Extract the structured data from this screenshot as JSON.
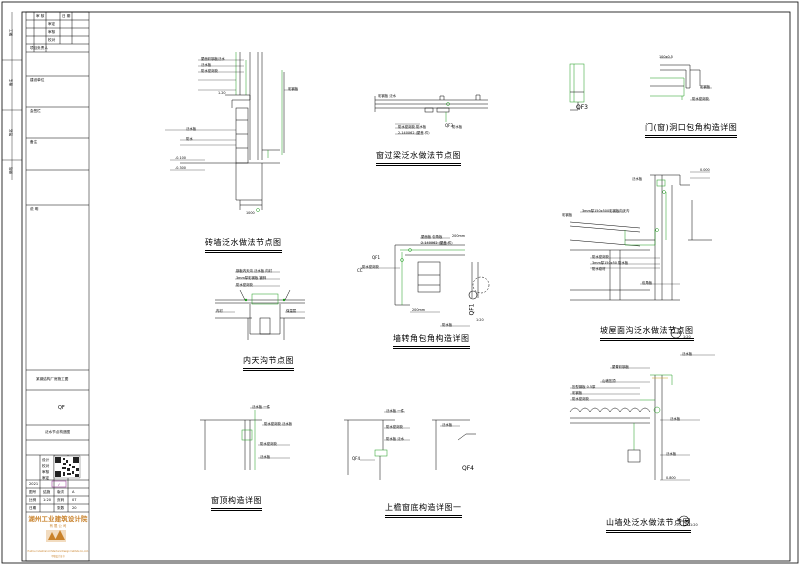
{
  "drawing_titles": [
    "砖墙泛水做法节点图",
    "窗过梁泛水做法节点图",
    "门(窗)洞口包角构造详图",
    "内天沟节点图",
    "墙转角包角构造详图",
    "坡屋面沟泛水做法节点图",
    "窗顶构造详图",
    "上檐窗底构造详图一",
    "山墙处泛水做法节点图"
  ],
  "detail_tags": {
    "qf3": "QF3",
    "qf1": "QF1",
    "qf4": "QF4",
    "qf3_inline": "QF3",
    "qf1_inline": "QF1",
    "qf4_inline": "QF4",
    "cc_inline": "CC"
  },
  "callout_notes": {
    "brick_wall": [
      "屋面彩钢板泛水",
      "泛水板",
      "防水密封胶",
      "1.20",
      "泛水板",
      "防水",
      "-0.100",
      "-0.300",
      "1000",
      "彩钢板"
    ],
    "window_lintel": [
      "彩钢板 泛水",
      "2-140X62 (屋盖-件)",
      "防水密封胶 防水板",
      "防水板",
      "QF3"
    ],
    "door_corner": [
      "100x0.5",
      "彩钢板",
      "防水密封胶",
      "QF3"
    ],
    "gutter_inner": [
      "钢板内天沟 泛水板 内衬",
      "3mm厚彩钢板 镀锌",
      "防水密封胶",
      "内衬",
      "保温层"
    ],
    "corner_wrap": [
      "屋面板 包角板",
      "2-140X62 (屋盖-件)",
      "200mm",
      "防水密封胶",
      "QF1",
      "200mm",
      "防水板"
    ],
    "slope_gutter": [
      "泛水板",
      "3mm厚150x500彩钢板内天沟",
      "彩钢板",
      "防水密封胶",
      "3mm厚150x50 防水板",
      "防水卷材",
      "包角板",
      "0.000"
    ],
    "window_top": [
      "泛水板 一件",
      "防水密封胶 泛水板",
      "防水密封胶",
      "泛水板"
    ],
    "upper_window": [
      "泛水板 一件",
      "防水密封胶",
      "QF4",
      "防水板 泛水",
      "泛水板"
    ],
    "gable_wall": [
      "屋脊彩钢板",
      "泛水板",
      "山墙压顶",
      "泛水板",
      "防水",
      "压型钢板 0.5厚",
      "彩钢板",
      "防水密封胶",
      "泛水板",
      "泛水板",
      "0.800"
    ]
  },
  "scale_marks": {
    "s1": "1:20",
    "s2": "1:20",
    "s3": "1:20"
  },
  "title_block": {
    "top_labels": [
      "审 核",
      "日 期",
      "审定",
      "审核",
      "校对",
      "设计",
      "项目负责人"
    ],
    "side_labels": [
      "施工",
      "备注",
      "签名",
      "修改",
      "日期"
    ],
    "section_labels": [
      "建设单位",
      "会签栏",
      "备注",
      "说 明"
    ],
    "project_name": "某钢结构厂房施工图",
    "drawing_no_label": "QF",
    "drawing_content": "泛水节点构造图",
    "mini_table": [
      "设计",
      "校对",
      "审核",
      "审定"
    ],
    "bottom_rows": [
      [
        "2021",
        "",
        "",
        ""
      ],
      [
        "图号",
        "结施",
        "版次",
        "A"
      ],
      [
        "比例",
        "1:20",
        "页码",
        "07"
      ],
      [
        "日期",
        "",
        "张数",
        "20"
      ]
    ],
    "stamp_name": "湖州工业建筑设计院",
    "stamp_sub": "有 限 公 司",
    "stamp_en": "Huzhou Industrial Architectural Design Institute Co.,Ltd.",
    "stamp_bottom": "甲级设计证书"
  }
}
